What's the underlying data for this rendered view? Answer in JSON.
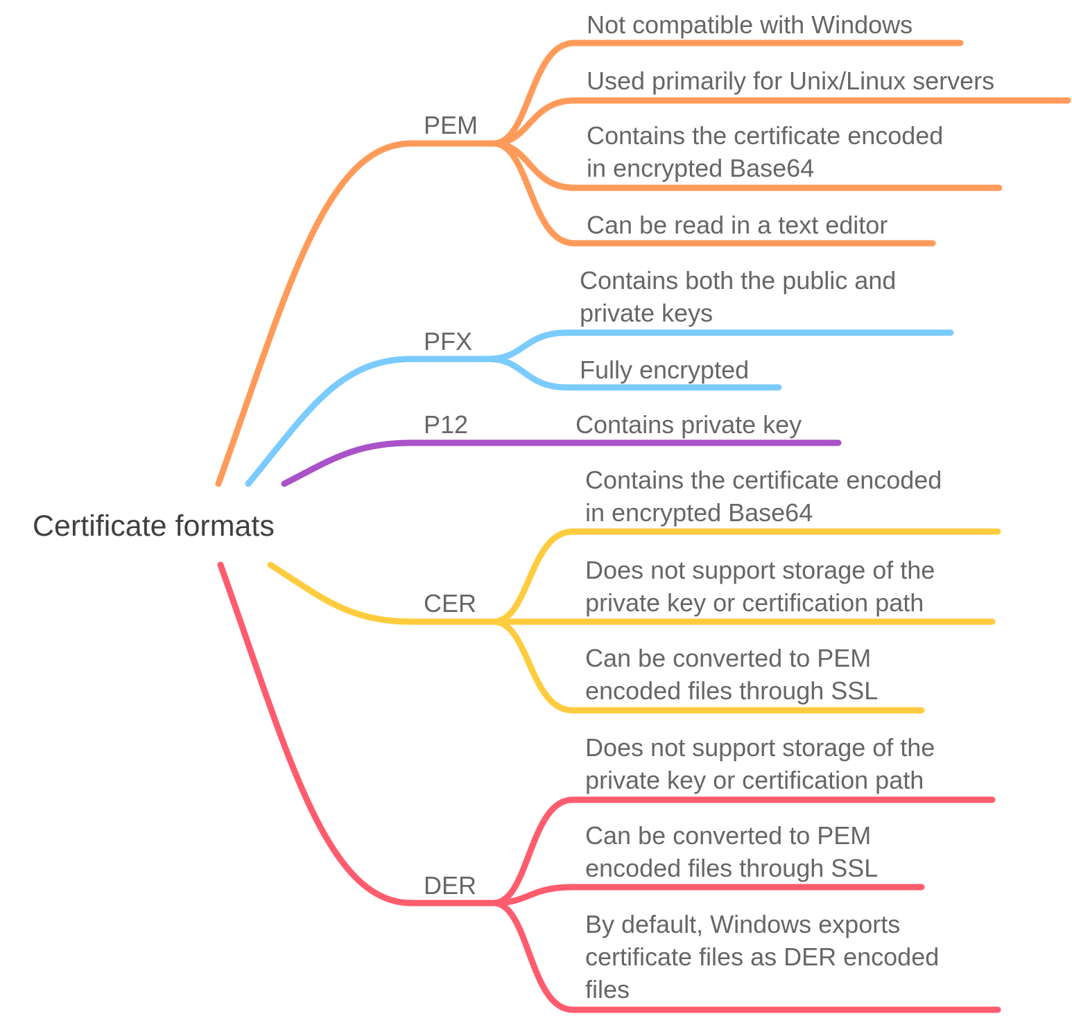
{
  "root": {
    "label": "Certificate formats"
  },
  "branches": [
    {
      "id": "pem",
      "label": "PEM",
      "color": "#FF9B5A",
      "leaves": [
        {
          "lines": [
            "Not compatible with Windows"
          ]
        },
        {
          "lines": [
            "Used primarily for Unix/Linux servers"
          ]
        },
        {
          "lines": [
            "Contains the certificate encoded",
            "in encrypted Base64"
          ]
        },
        {
          "lines": [
            "Can be read in a text editor"
          ]
        }
      ]
    },
    {
      "id": "pfx",
      "label": "PFX",
      "color": "#7ACBFF",
      "leaves": [
        {
          "lines": [
            "Contains both the public and",
            "private keys"
          ]
        },
        {
          "lines": [
            "Fully encrypted"
          ]
        }
      ]
    },
    {
      "id": "p12",
      "label": "P12",
      "color": "#AA52C8",
      "leaves": [
        {
          "lines": [
            "Contains private key"
          ]
        }
      ]
    },
    {
      "id": "cer",
      "label": "CER",
      "color": "#FFCC3F",
      "leaves": [
        {
          "lines": [
            "Contains the certificate encoded",
            "in encrypted Base64"
          ]
        },
        {
          "lines": [
            "Does not support storage of the",
            "private key or certification path"
          ]
        },
        {
          "lines": [
            "Can be converted to PEM",
            "encoded files through SSL"
          ]
        }
      ]
    },
    {
      "id": "der",
      "label": "DER",
      "color": "#FF5C6E",
      "leaves": [
        {
          "lines": [
            "Does not support storage of the",
            "private key or certification path"
          ]
        },
        {
          "lines": [
            "Can be converted to PEM",
            "encoded files through SSL"
          ]
        },
        {
          "lines": [
            "By default, Windows exports",
            "certificate files as DER encoded",
            "files"
          ]
        }
      ]
    }
  ]
}
